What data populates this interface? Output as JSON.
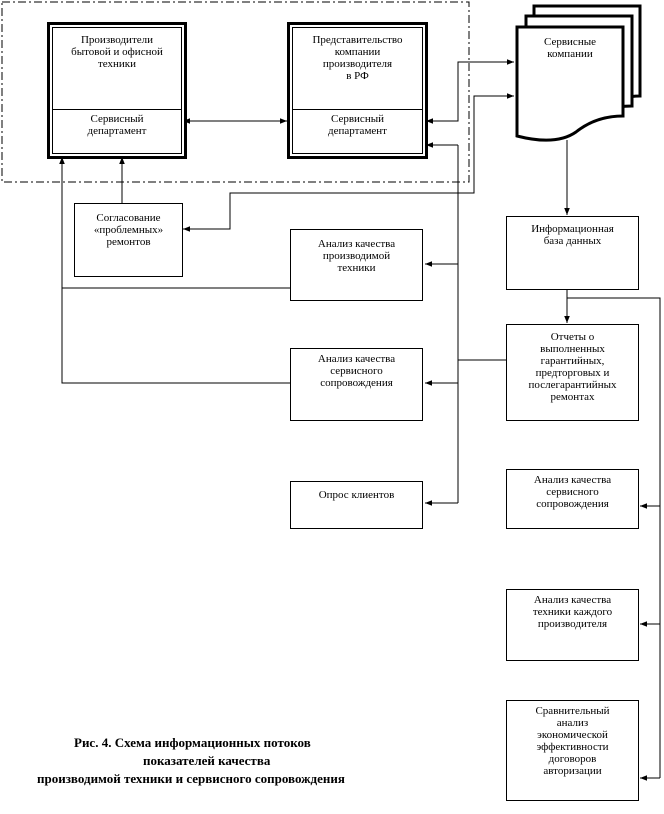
{
  "manufacturer": {
    "title": "Производители\nбытовой и офисной\nтехники",
    "department": "Сервисный\nдепартамент"
  },
  "representative": {
    "title": "Представительство\nкомпании\nпроизводителя\nв РФ",
    "department": "Сервисный\nдепартамент"
  },
  "service_companies": "Сервисные\nкомпании",
  "info_database": "Информационная\nбаза данных",
  "problem_repairs": "Согласование\n«проблемных»\nремонтов",
  "quality_tech_analysis": "Анализ качества\nпроизводимой\nтехники",
  "service_analysis_left": "Анализ качества\nсервисного\nсопровождения",
  "client_survey": "Опрос клиентов",
  "reports": "Отчеты о\nвыполненных\nгарантийных,\nпредторговых и\nпослегарантийных\nремонтах",
  "service_analysis_right": "Анализ качества\nсервисного\nсопровождения",
  "manufacturer_quality_analysis": "Анализ качества\nтехники каждого\nпроизводителя",
  "comparative_analysis": "Сравнительный\nанализ\nэкономической\nэффективности\nдоговоров\nавторизации",
  "caption": {
    "line1": "Рис. 4. Схема информационных потоков",
    "line2": "показателей качества",
    "line3": "производимой техники и сервисного сопровождения"
  }
}
